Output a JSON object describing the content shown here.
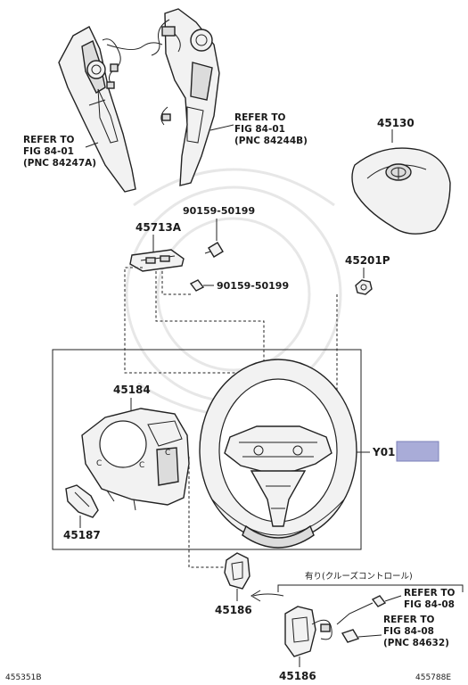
{
  "labels": {
    "refer_left_1": "REFER TO",
    "refer_left_2": "FIG 84-01",
    "refer_left_3": "(PNC 84247A)",
    "refer_right_1": "REFER TO",
    "refer_right_2": "FIG 84-01",
    "refer_right_3": "(PNC 84244B)",
    "p45130": "45130",
    "p90159_top": "90159-50199",
    "p45713A": "45713A",
    "p90159_mid": "90159-50199",
    "p45201P": "45201P",
    "p45184": "45184",
    "pY01": "Y01",
    "p45187": "45187",
    "p45186_a": "45186",
    "p45186_b": "45186",
    "cruise_note": "有り(クルーズコントロール)",
    "refer_a_1": "REFER TO",
    "refer_a_2": "FIG 84-08",
    "refer_b_1": "REFER TO",
    "refer_b_2": "FIG 84-08",
    "refer_b_3": "(PNC 84632)",
    "code_left": "455351B",
    "code_right": "455788E"
  },
  "colors": {
    "highlight": "#a9acd8",
    "highlight_border": "#7c80b8",
    "line": "#222222"
  }
}
